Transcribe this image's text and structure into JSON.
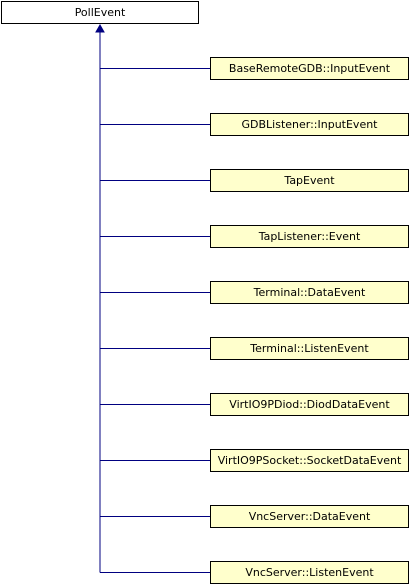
{
  "diagram": {
    "base_class": {
      "label": "PollEvent",
      "fill": "#ffffff"
    },
    "derived_classes": [
      {
        "label": "BaseRemoteGDB::InputEvent"
      },
      {
        "label": "GDBListener::InputEvent"
      },
      {
        "label": "TapEvent"
      },
      {
        "label": "TapListener::Event"
      },
      {
        "label": "Terminal::DataEvent"
      },
      {
        "label": "Terminal::ListenEvent"
      },
      {
        "label": "VirtIO9PDiod::DiodDataEvent"
      },
      {
        "label": "VirtIO9PSocket::SocketDataEvent"
      },
      {
        "label": "VncServer::DataEvent"
      },
      {
        "label": "VncServer::ListenEvent"
      }
    ],
    "colors": {
      "derived_fill": "#ffffcc",
      "border": "#000000",
      "connector": "#000080"
    }
  }
}
